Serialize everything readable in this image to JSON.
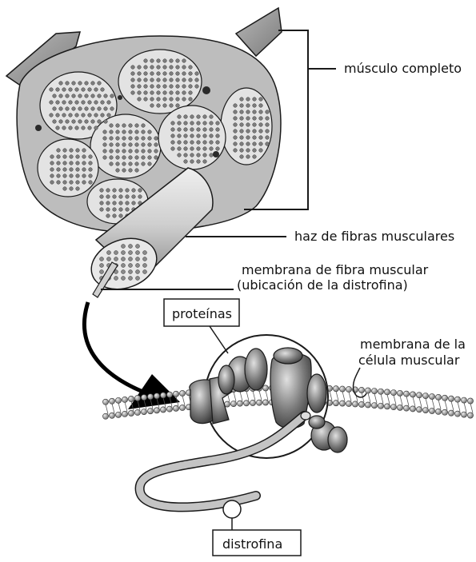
{
  "labels": {
    "whole_muscle": "músculo completo",
    "fiber_bundle": "haz de fibras musculares",
    "fiber_membrane_line1": "membrana de fibra muscular",
    "fiber_membrane_line2": "(ubicación de la distrofina)",
    "proteins": "proteínas",
    "cell_membrane_line1": "membrana de la",
    "cell_membrane_line2": "célula muscular",
    "dystrophin": "distrofina"
  },
  "colors": {
    "outline": "#1a1a1a",
    "tissue_light": "#d9d9d9",
    "tissue_mid": "#a8a8a8",
    "tissue_dark": "#6e6e6e",
    "arrow": "#000000",
    "membrane_bead": "#8c8c8c",
    "protein_dark": "#4f4f4f",
    "dystrophin_fill": "#bdbdbd"
  }
}
